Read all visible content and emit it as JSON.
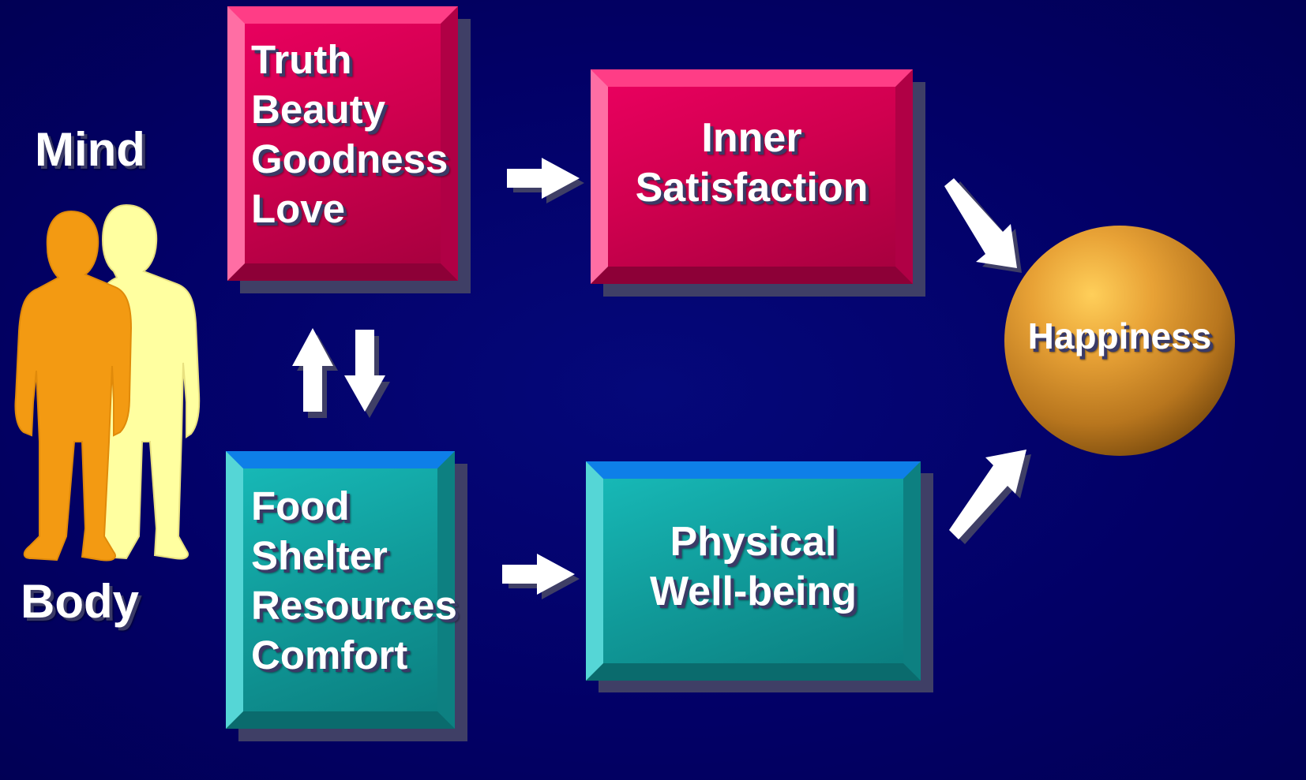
{
  "labels": {
    "mind": "Mind",
    "body": "Body"
  },
  "mind_box": {
    "items": [
      "Truth",
      "Beauty",
      "Goodness",
      "Love"
    ]
  },
  "body_box": {
    "items": [
      "Food",
      "Shelter",
      "Resources",
      "Comfort"
    ]
  },
  "inner_box": {
    "lines": [
      "Inner",
      "Satisfaction"
    ]
  },
  "physical_box": {
    "lines": [
      "Physical",
      "Well-being"
    ]
  },
  "goal": {
    "label": "Happiness"
  },
  "colors": {
    "background": "#020066",
    "pink": "#d6005a",
    "teal": "#14a9a8",
    "figure_front": "#f39a12",
    "figure_back": "#ffffa0",
    "sphere": "#e3a33a"
  }
}
